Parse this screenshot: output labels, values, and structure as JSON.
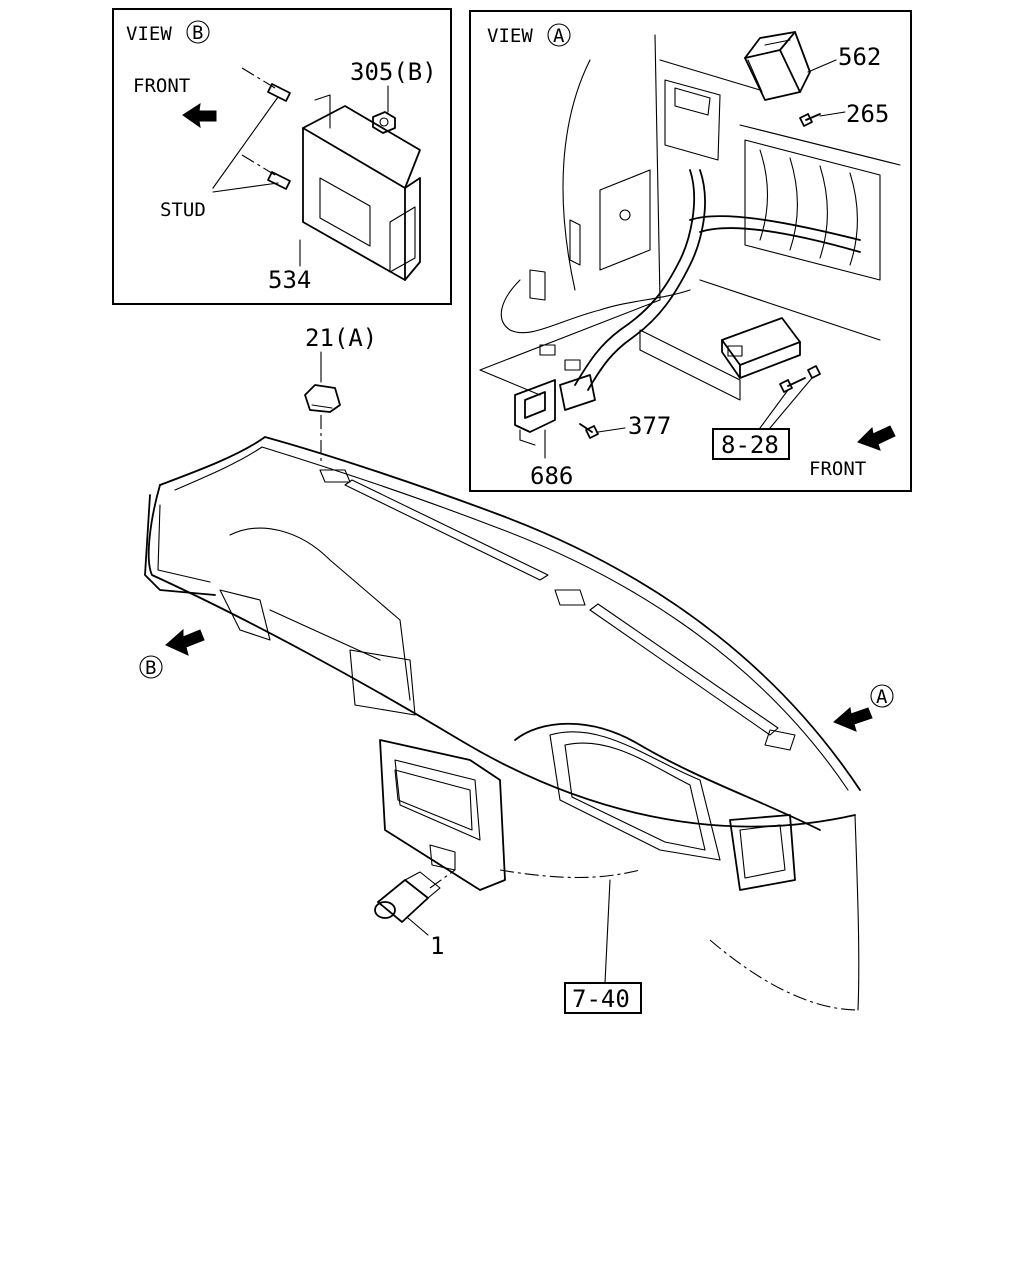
{
  "view_b": {
    "title_prefix": "VIEW",
    "title_marker": "B",
    "front_label": "FRONT",
    "stud_label": "STUD",
    "part_nut": "305(B)",
    "part_module": "534"
  },
  "view_a": {
    "title_prefix": "VIEW",
    "title_marker": "A",
    "front_label": "FRONT",
    "part_module": "562",
    "part_screw": "265",
    "part_screw_small": "377",
    "part_bracket": "686",
    "ref_box": "8-28"
  },
  "main": {
    "part_cap": "21(A)",
    "part_switch": "1",
    "ref_box": "7-40",
    "marker_b": "B",
    "marker_a": "A"
  }
}
